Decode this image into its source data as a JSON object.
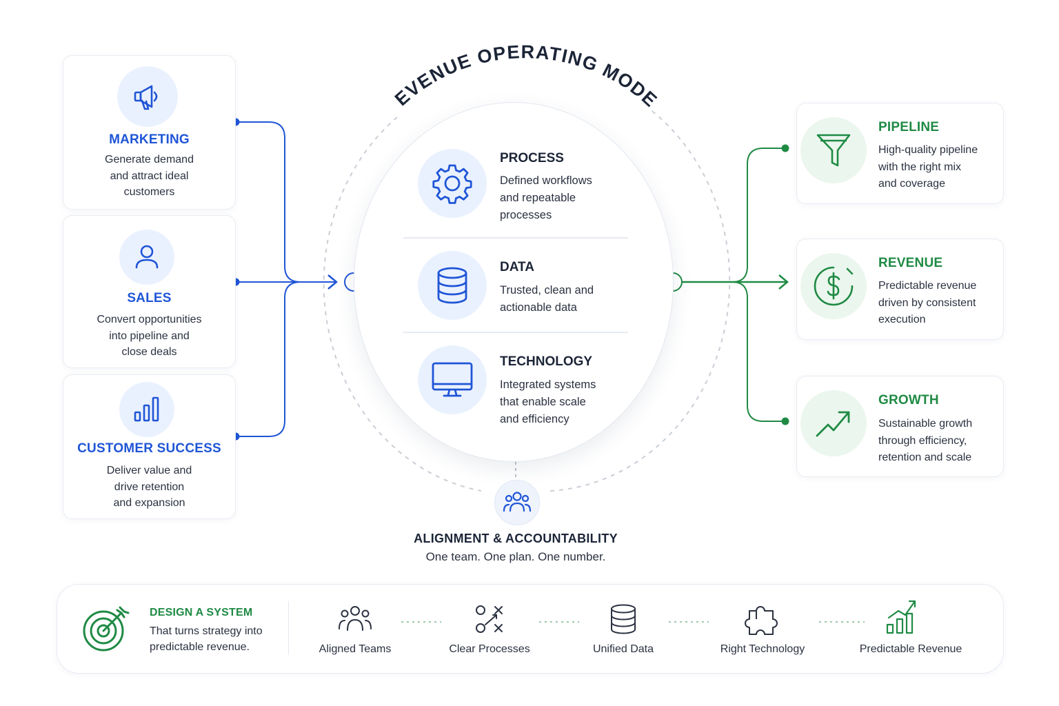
{
  "ring_title": "REVENUE OPERATING MODEL",
  "inputs": [
    {
      "title": "MARKETING",
      "desc": [
        "Generate demand",
        "and attract ideal",
        "customers"
      ],
      "icon": "megaphone-icon"
    },
    {
      "title": "SALES",
      "desc": [
        "Convert opportunities",
        "into pipeline and",
        "close deals"
      ],
      "icon": "person-icon"
    },
    {
      "title": "CUSTOMER SUCCESS",
      "desc": [
        "Deliver value and",
        "drive retention",
        "and expansion"
      ],
      "icon": "bar-chart-icon"
    }
  ],
  "core": [
    {
      "title": "PROCESS",
      "desc": [
        "Defined workflows",
        "and repeatable",
        "processes"
      ],
      "icon": "gear-icon"
    },
    {
      "title": "DATA",
      "desc": [
        "Trusted, clean and",
        "actionable data"
      ],
      "icon": "database-icon"
    },
    {
      "title": "TECHNOLOGY",
      "desc": [
        "Integrated systems",
        "that enable scale",
        "and efficiency"
      ],
      "icon": "monitor-icon"
    }
  ],
  "outputs": [
    {
      "title": "PIPELINE",
      "desc": [
        "High-quality pipeline",
        "with the right mix",
        "and coverage"
      ],
      "icon": "funnel-icon"
    },
    {
      "title": "REVENUE",
      "desc": [
        "Predictable revenue",
        "driven by consistent",
        "execution"
      ],
      "icon": "dollar-icon"
    },
    {
      "title": "GROWTH",
      "desc": [
        "Sustainable growth",
        "through efficiency,",
        "retention and scale"
      ],
      "icon": "trend-up-icon"
    }
  ],
  "alignment": {
    "title": "ALIGNMENT & ACCOUNTABILITY",
    "subtitle": "One team. One plan. One number.",
    "icon": "team-icon"
  },
  "bottom": {
    "title": "DESIGN A SYSTEM",
    "desc": [
      "That turns strategy into",
      "predictable revenue."
    ],
    "icon": "target-icon",
    "steps": [
      {
        "label": "Aligned Teams",
        "icon": "team-icon"
      },
      {
        "label": "Clear Processes",
        "icon": "process-xo-icon"
      },
      {
        "label": "Unified Data",
        "icon": "database-icon"
      },
      {
        "label": "Right Technology",
        "icon": "puzzle-icon"
      },
      {
        "label": "Predictable Revenue",
        "icon": "growth-bars-icon"
      }
    ]
  },
  "colors": {
    "blue": "#1f55d6",
    "green": "#1f8a44",
    "navy": "#1c2537",
    "dash": "#c9ced6"
  }
}
